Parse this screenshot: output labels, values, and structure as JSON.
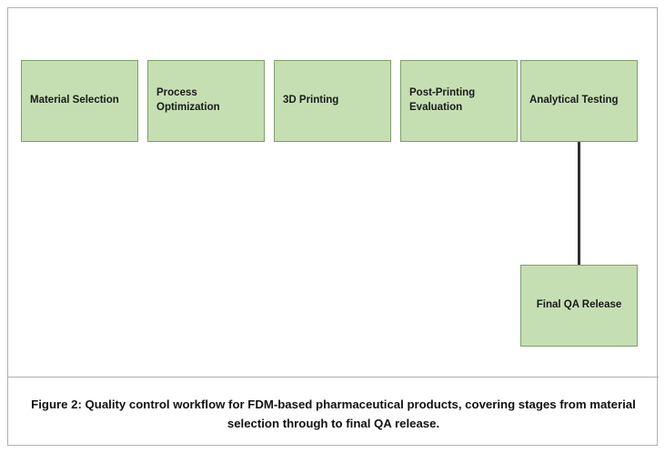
{
  "figure": {
    "caption": "Figure 2: Quality control workflow for FDM-based pharmaceutical products, covering stages from material selection through to final QA release.",
    "border_color": "#b0b0b0"
  },
  "diagram": {
    "type": "flowchart",
    "node_fill": "#c5dfb3",
    "node_border": "#7f9e68",
    "connector_color": "#2f2f2f",
    "nodes": [
      {
        "id": "material-selection",
        "label": "Material Selection"
      },
      {
        "id": "process-optimization",
        "label": "Process Optimization"
      },
      {
        "id": "3d-printing",
        "label": "3D Printing"
      },
      {
        "id": "post-printing-evaluation",
        "label": "Post-Printing Evaluation"
      },
      {
        "id": "analytical-testing",
        "label": "Analytical Testing"
      },
      {
        "id": "final-qa-release",
        "label": "Final QA Release"
      }
    ],
    "edges": [
      {
        "from": "analytical-testing",
        "to": "final-qa-release"
      }
    ]
  }
}
